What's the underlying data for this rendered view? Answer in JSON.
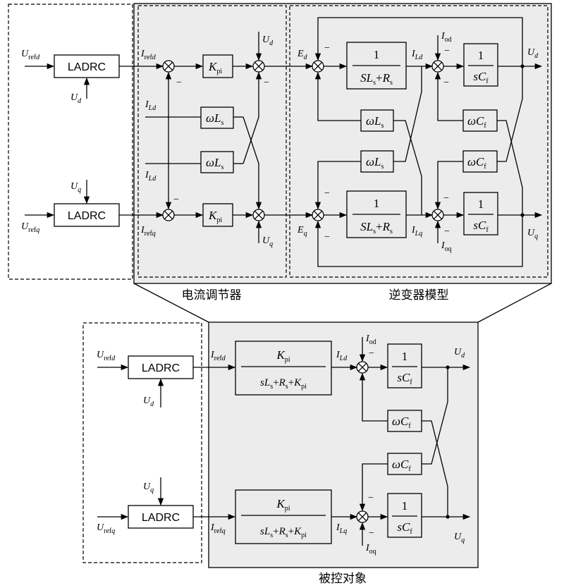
{
  "top": {
    "ladrc_label": "LADRC",
    "caption_current": "电流调节器",
    "caption_inverter": "逆变器模型",
    "kpi": "K",
    "kpi_sub": "pi",
    "omega_Ls": "ωL",
    "omega_Ls_sub": "s",
    "omega_Cf": "ωC",
    "omega_Cf_sub": "f",
    "one": "1",
    "SLs_Rs": "SL",
    "sCf": "sC",
    "minus": "−"
  },
  "bottom": {
    "ladrc_label": "LADRC",
    "caption_plant": "被控对象",
    "tf_num": "K",
    "tf_den": "sL",
    "one": "1",
    "sCf": "sC",
    "omega_Cf": "ωC",
    "minus": "−"
  }
}
